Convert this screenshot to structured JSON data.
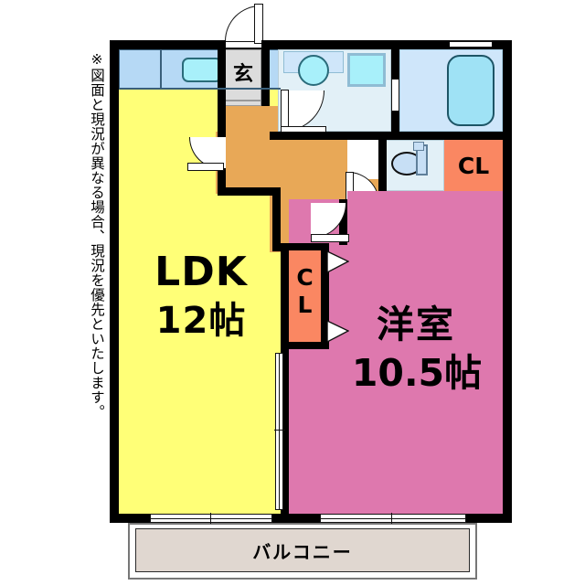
{
  "document": {
    "type": "floor-plan",
    "disclaimer": "※図面と現況が異なる場合、現況を優先といたします。"
  },
  "rooms": [
    {
      "id": "ldk",
      "label": "LDK",
      "size": "12帖",
      "color": "#ffff77"
    },
    {
      "id": "bedroom",
      "label": "洋室",
      "size": "10.5帖",
      "color": "#de78ae"
    },
    {
      "id": "hallway",
      "label": "",
      "size": "",
      "color": "#e8a857"
    },
    {
      "id": "entrance",
      "label": "玄",
      "size": "",
      "color": "#dcdcdc"
    },
    {
      "id": "washroom",
      "label": "",
      "size": "",
      "color": "#e2f0f7"
    },
    {
      "id": "bath",
      "label": "",
      "size": "",
      "color": "#cfe6fa"
    },
    {
      "id": "toilet",
      "label": "",
      "size": "",
      "color": "#e2f0f7"
    },
    {
      "id": "balcony",
      "label": "バルコニー",
      "size": "",
      "color": "#e0d7d0"
    }
  ],
  "closets": [
    {
      "id": "cl-right",
      "label": "CL",
      "orientation": "horizontal",
      "color": "#fa8762"
    },
    {
      "id": "cl-center",
      "label_line1": "C",
      "label_line2": "L",
      "orientation": "vertical",
      "color": "#fa8762"
    }
  ],
  "labels": {
    "ldk_name": "LDK",
    "ldk_size": "12帖",
    "bedroom_name": "洋室",
    "bedroom_size": "10.5帖",
    "entrance": "玄",
    "closet_right": "CL",
    "closet_center_top": "C",
    "closet_center_bottom": "L",
    "balcony": "バルコニー"
  },
  "colors": {
    "wall": "#000000",
    "ldk_fill": "#ffff77",
    "bedroom_fill": "#de78ae",
    "hallway_fill": "#e8a857",
    "closet_fill": "#fa8762",
    "entrance_fill": "#dcdcdc",
    "wet_area_fill": "#e2f0f7",
    "kitchen_fill": "#b6d9f5",
    "bath_fill": "#cfe6fa",
    "balcony_fill": "#e0d7d0",
    "fixture_accent": "#a8f0fa",
    "background": "#ffffff"
  },
  "fixtures": [
    {
      "name": "kitchen-sink",
      "area": "kitchen"
    },
    {
      "name": "kitchen-counter",
      "area": "kitchen"
    },
    {
      "name": "vanity-basin",
      "area": "washroom"
    },
    {
      "name": "washing-machine-space",
      "area": "washroom"
    },
    {
      "name": "bathtub",
      "area": "bath"
    },
    {
      "name": "toilet-bowl",
      "area": "toilet"
    },
    {
      "name": "toilet-tank",
      "area": "toilet"
    }
  ]
}
